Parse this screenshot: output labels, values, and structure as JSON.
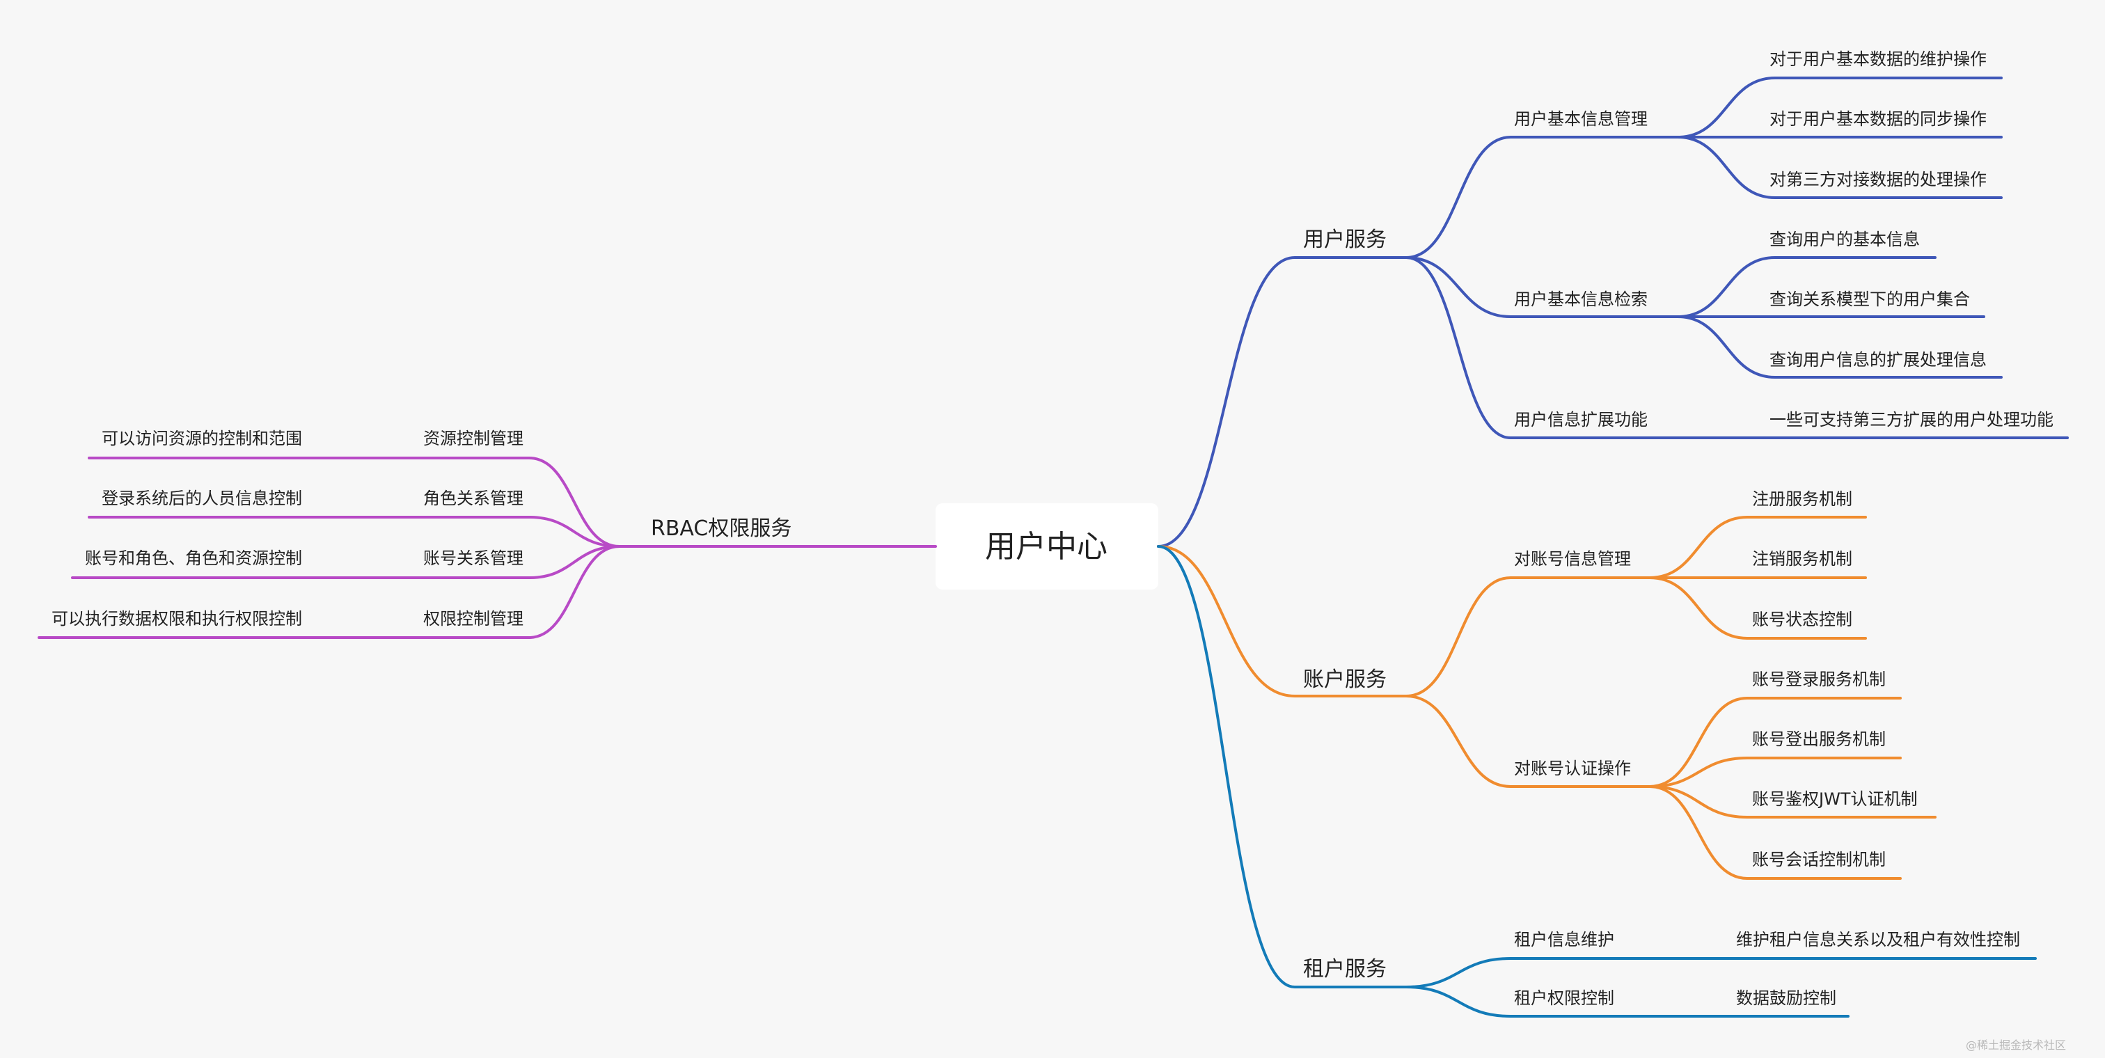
{
  "root": "用户中心",
  "colors": {
    "user": "#3f57b8",
    "account": "#f08c2f",
    "tenant": "#137bb8",
    "rbac": "#b84ac6",
    "root_box": "#ffffff",
    "background": "#f7f7f7"
  },
  "branches": {
    "user_service": {
      "label": "用户服务",
      "children": [
        {
          "label": "用户基本信息管理",
          "children": [
            "对于用户基本数据的维护操作",
            "对于用户基本数据的同步操作",
            "对第三方对接数据的处理操作"
          ]
        },
        {
          "label": "用户基本信息检索",
          "children": [
            "查询用户的基本信息",
            "查询关系模型下的用户集合",
            "查询用户信息的扩展处理信息"
          ]
        },
        {
          "label": "用户信息扩展功能",
          "children": [
            "一些可支持第三方扩展的用户处理功能"
          ]
        }
      ]
    },
    "account_service": {
      "label": "账户服务",
      "children": [
        {
          "label": "对账号信息管理",
          "children": [
            "注册服务机制",
            "注销服务机制",
            "账号状态控制"
          ]
        },
        {
          "label": "对账号认证操作",
          "children": [
            "账号登录服务机制",
            "账号登出服务机制",
            "账号鉴权JWT认证机制",
            "账号会话控制机制"
          ]
        }
      ]
    },
    "tenant_service": {
      "label": "租户服务",
      "children": [
        {
          "label": "租户信息维护",
          "children": [
            "维护租户信息关系以及租户有效性控制"
          ]
        },
        {
          "label": "租户权限控制",
          "children": [
            "数据鼓励控制"
          ]
        }
      ]
    },
    "rbac_service": {
      "label": "RBAC权限服务",
      "children": [
        {
          "label": "资源控制管理",
          "children": [
            "可以访问资源的控制和范围"
          ]
        },
        {
          "label": "角色关系管理",
          "children": [
            "登录系统后的人员信息控制"
          ]
        },
        {
          "label": "账号关系管理",
          "children": [
            "账号和角色、角色和资源控制"
          ]
        },
        {
          "label": "权限控制管理",
          "children": [
            "可以执行数据权限和执行权限控制"
          ]
        }
      ]
    }
  },
  "watermark": "@稀土掘金技术社区"
}
